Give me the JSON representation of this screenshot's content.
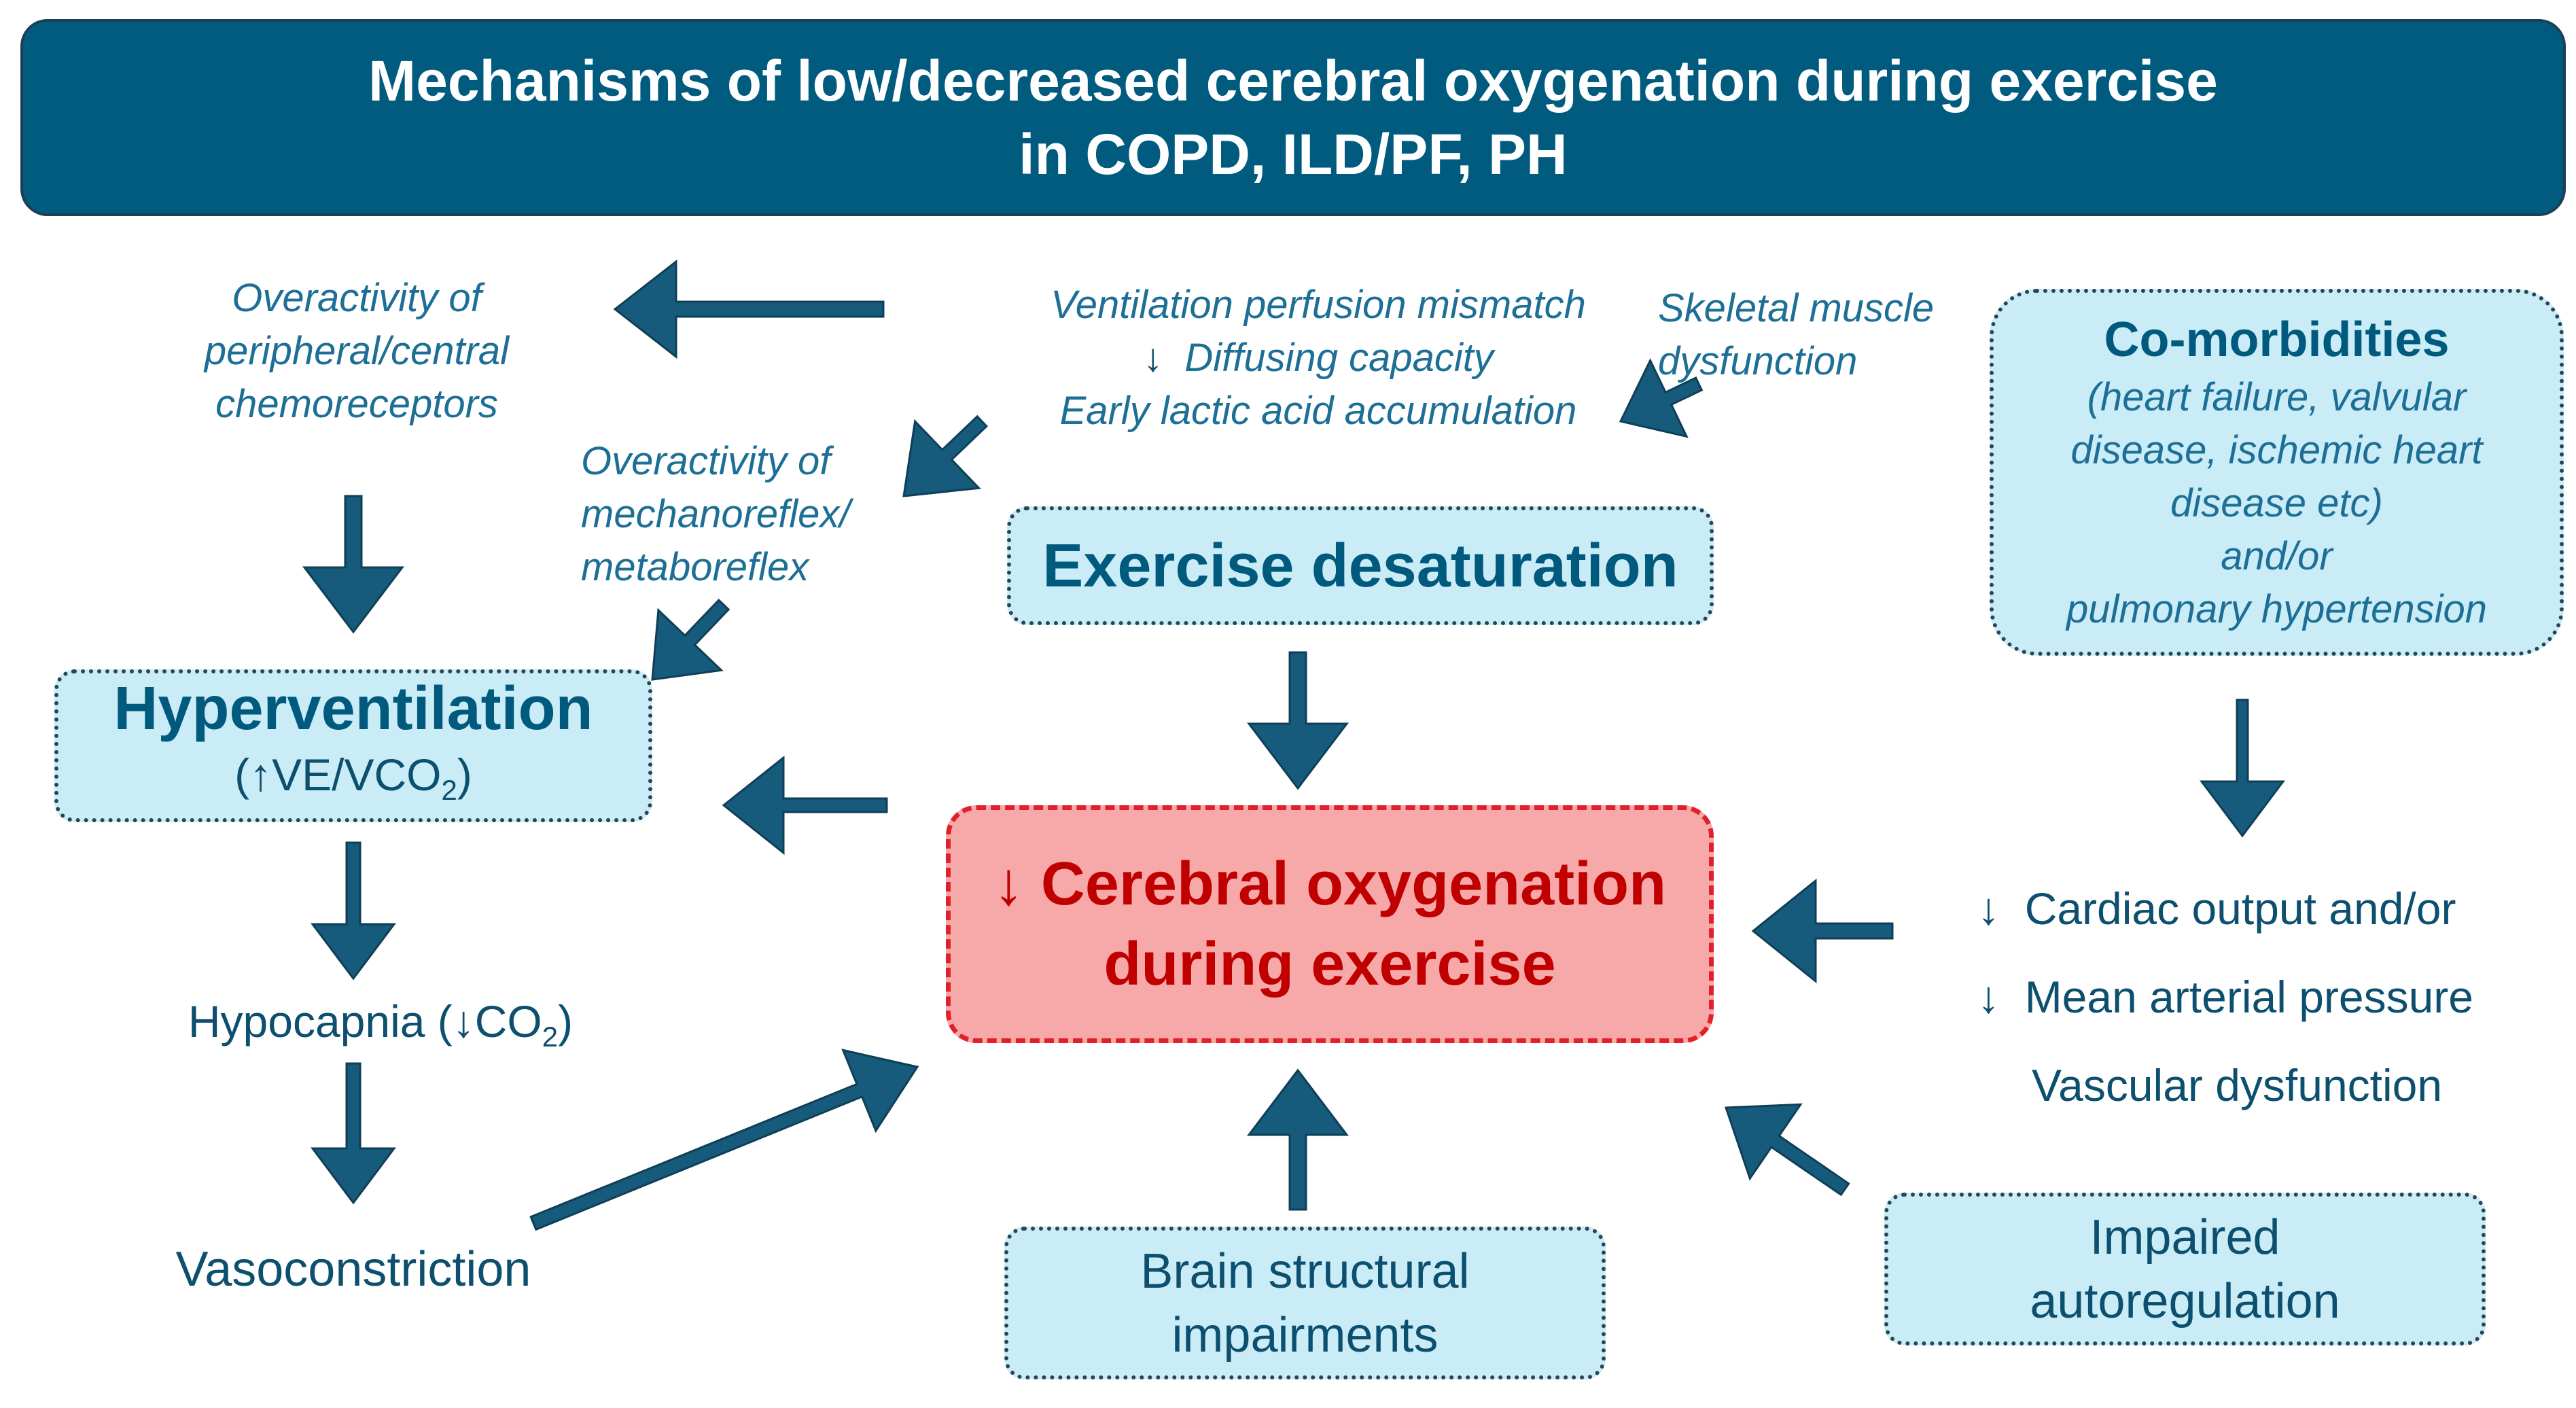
{
  "title": {
    "line1": "Mechanisms of low/decreased cerebral oxygenation during exercise",
    "line2": "in COPD, ILD/PF, PH"
  },
  "chemoreceptors": {
    "line1": "Overactivity of",
    "line2": "peripheral/central",
    "line3": "chemoreceptors"
  },
  "vq": {
    "line1": "Ventilation perfusion mismatch",
    "line2_arrow": "↓",
    "line2": "Diffusing capacity",
    "line3": "Early lactic acid accumulation"
  },
  "skeletal": {
    "line1": "Skeletal muscle",
    "line2": "dysfunction"
  },
  "comorbidities": {
    "heading": "Co-morbidities",
    "line1": "(heart failure, valvular",
    "line2": "disease, ischemic heart",
    "line3": "disease etc)",
    "line4": "and/or",
    "line5": "pulmonary hypertension"
  },
  "mechanoreflex": {
    "line1": "Overactivity of",
    "line2": "mechanoreflex/",
    "line3": "metaboreflex"
  },
  "desaturation": {
    "label": "Exercise desaturation"
  },
  "hyperventilation": {
    "heading": "Hyperventilation",
    "sub_open": "(",
    "sub_arrow": "↑",
    "sub_text": "VE/VCO",
    "sub_index": "2",
    "sub_close": ")"
  },
  "cerebral": {
    "arrow": "↓",
    "line1": "Cerebral oxygenation",
    "line2": "during exercise"
  },
  "hypocapnia": {
    "text": "Hypocapnia (",
    "arrow": "↓",
    "co": "CO",
    "index": "2",
    "close": ")"
  },
  "vasoconstriction": {
    "label": "Vasoconstriction"
  },
  "cardiac": {
    "arrow1": "↓",
    "line1": "Cardiac output and/or",
    "arrow2": "↓",
    "line2": "Mean arterial pressure",
    "line3": "Vascular dysfunction"
  },
  "brain": {
    "line1": "Brain structural",
    "line2": "impairments"
  },
  "autoregulation": {
    "line1": "Impaired",
    "line2": "autoregulation"
  },
  "colors": {
    "title_bg": "#005b7f",
    "arrow": "#165a7c",
    "light_box": "#c9ecf7",
    "cerebral_box": "#f7a9a9",
    "cerebral_text": "#c00000"
  }
}
